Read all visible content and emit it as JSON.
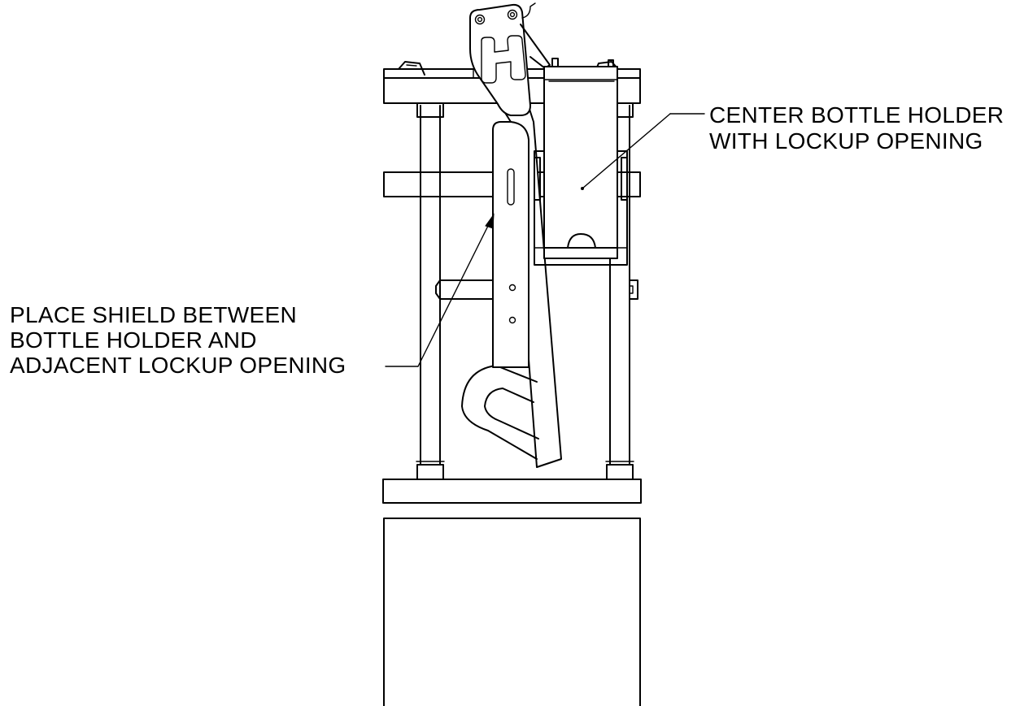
{
  "callouts": {
    "center_holder": {
      "lines": [
        "CENTER BOTTLE HOLDER",
        "WITH LOCKUP OPENING"
      ]
    },
    "shield": {
      "lines": [
        "PLACE SHIELD BETWEEN",
        "BOTTLE HOLDER AND",
        "ADJACENT LOCKUP OPENING"
      ]
    }
  },
  "colors": {
    "line": "#000000",
    "background": "#ffffff"
  }
}
